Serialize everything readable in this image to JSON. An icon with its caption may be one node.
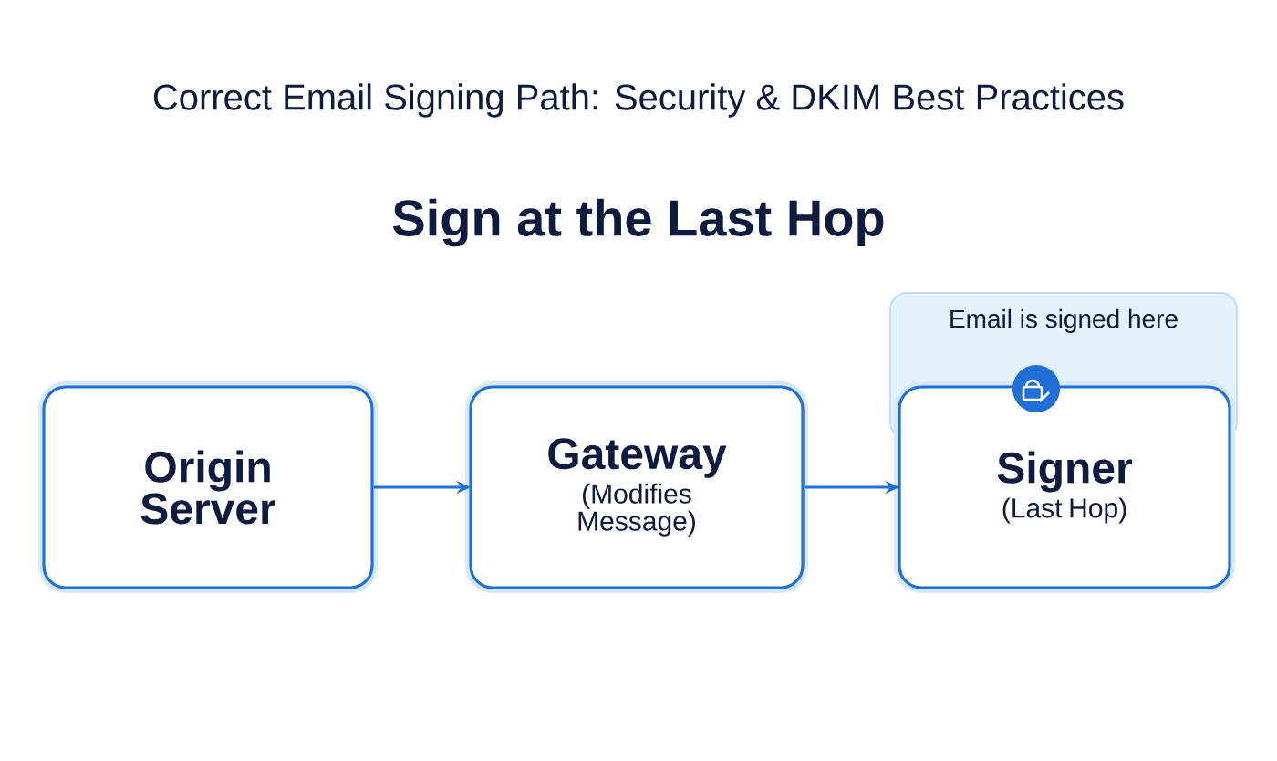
{
  "diagram": {
    "title": "Correct Email Signing Path: Security & DKIM Best Practices",
    "nodes": [
      {
        "text": [
          "Origin Server"
        ]
      },
      {
        "text": [
          "Gateway",
          "(Modifies Message)"
        ]
      },
      {
        "text": [
          "Signer",
          "(Last Hop)"
        ]
      },
      {
        "text": [
          "Email is signed here"
        ]
      }
    ],
    "edges": [
      {
        "from": 0,
        "to": 1,
        "arrow": "to"
      },
      {
        "from": 1,
        "to": 2,
        "arrow": "to"
      }
    ],
    "labels": [
      "Sign at the Last Hop"
    ]
  }
}
